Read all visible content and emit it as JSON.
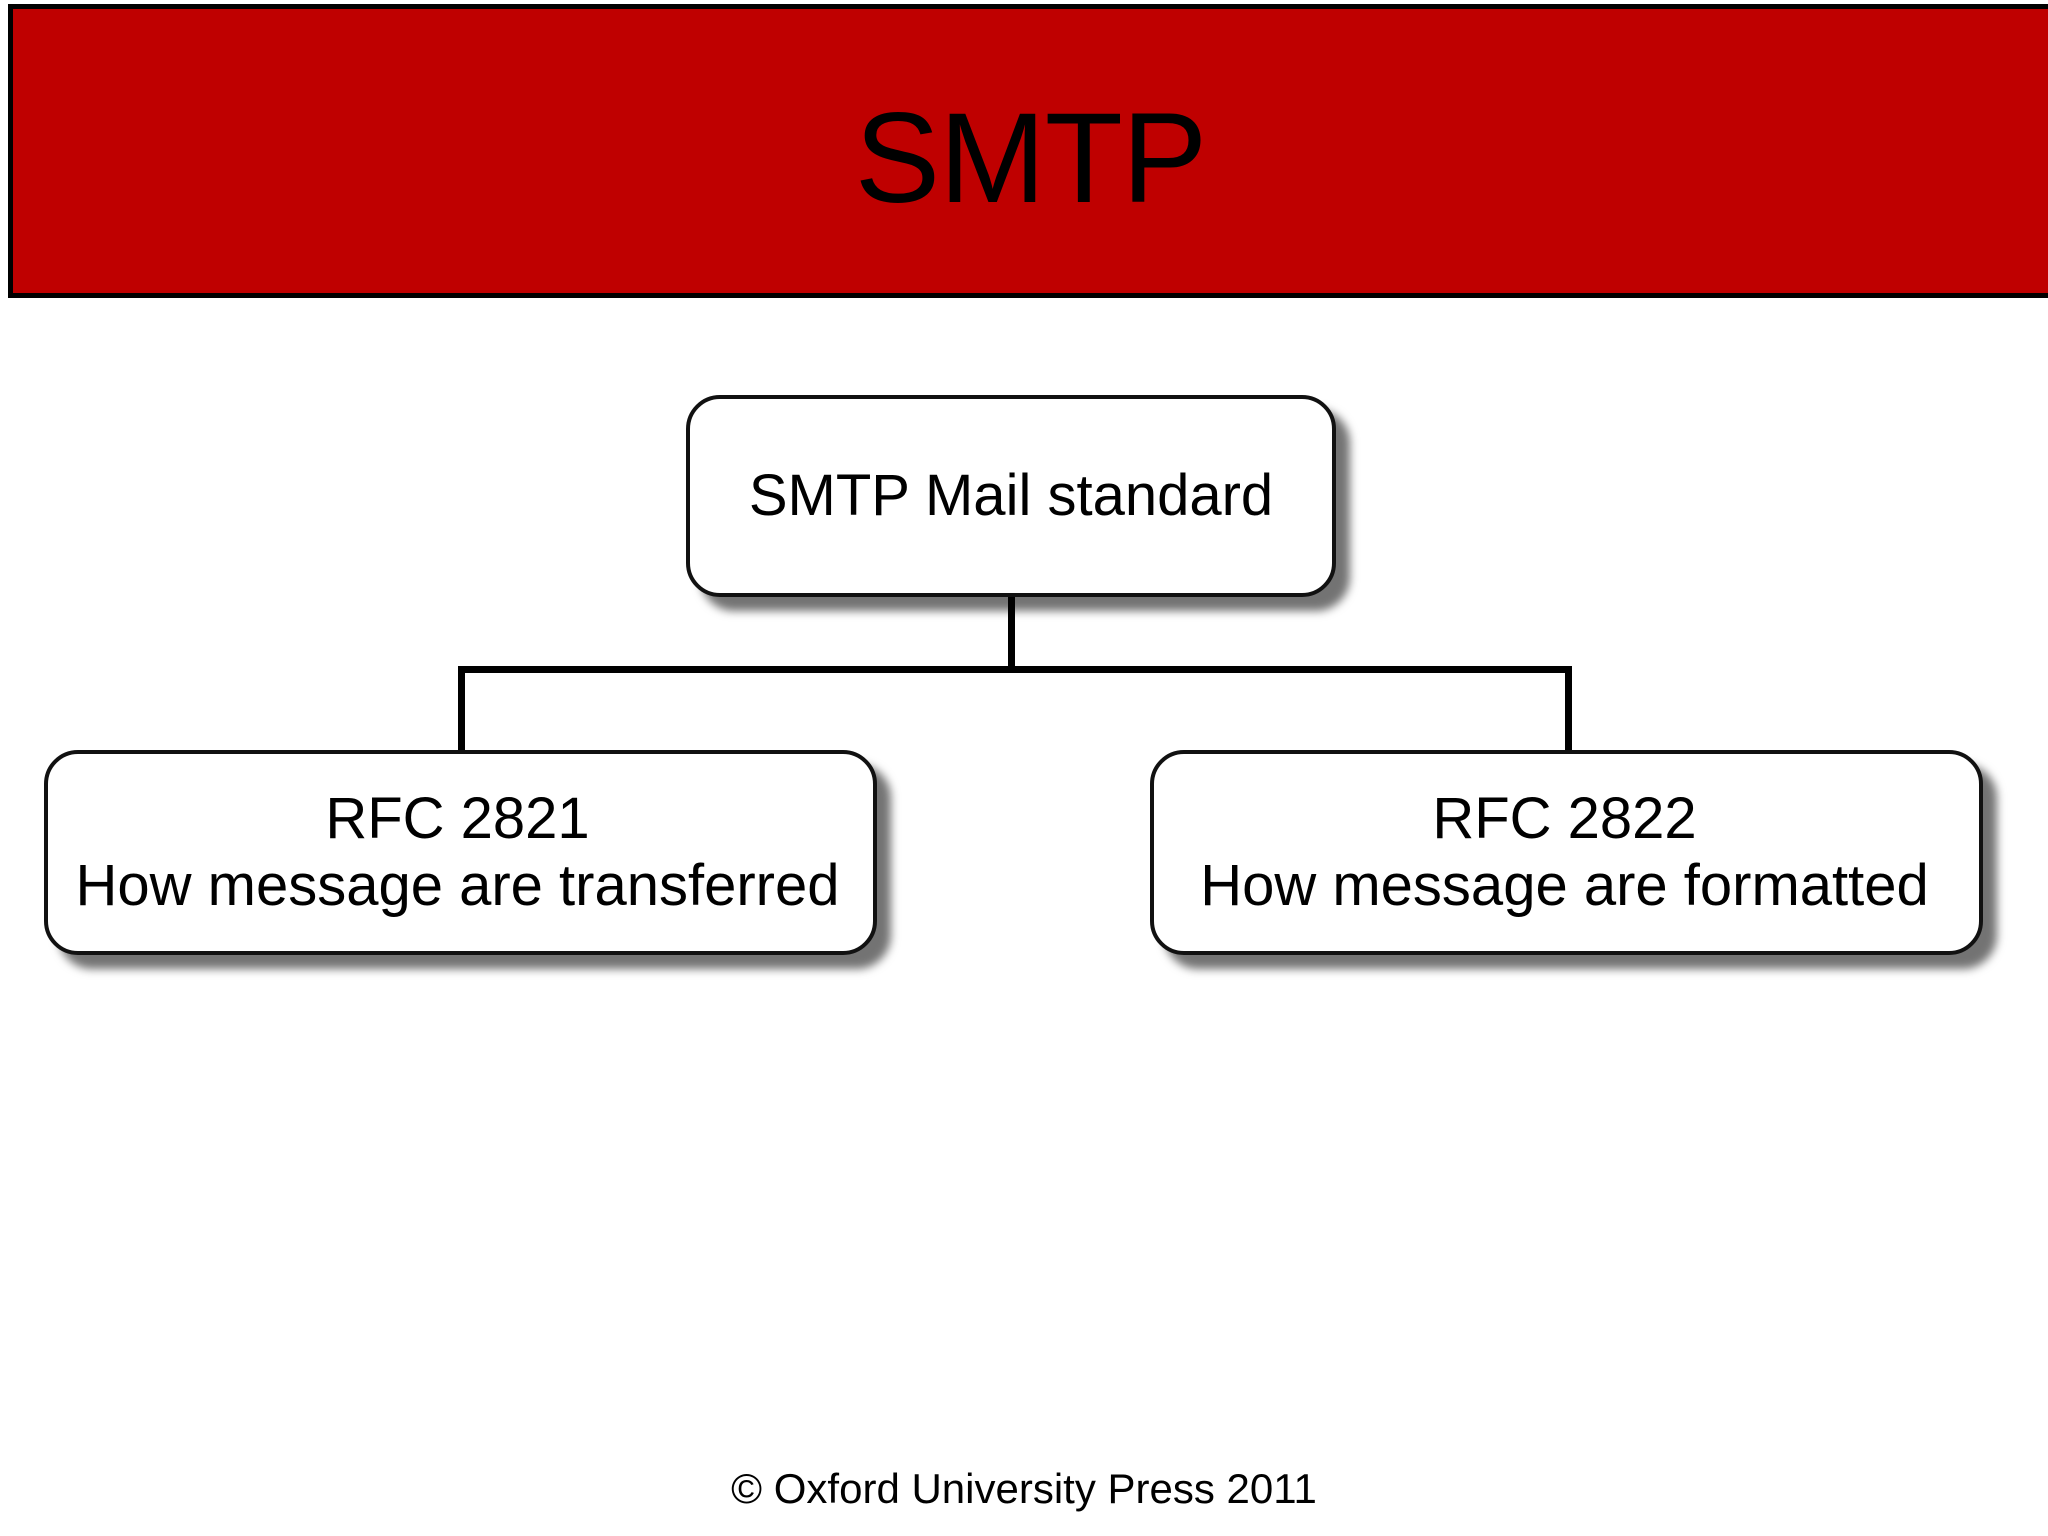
{
  "slide": {
    "title": "SMTP",
    "title_band_color": "#bf0000",
    "background_color": "#ffffff",
    "border_color": "#000000"
  },
  "diagram": {
    "type": "tree",
    "root": {
      "id": "smtp-mail-standard",
      "label": "SMTP Mail standard"
    },
    "children": [
      {
        "id": "rfc-2821",
        "line1": "RFC 2821",
        "line2": "How message are transferred"
      },
      {
        "id": "rfc-2822",
        "line1": "RFC 2822",
        "line2": "How message are formatted"
      }
    ]
  },
  "footer": {
    "copyright": "© Oxford University Press 2011"
  }
}
